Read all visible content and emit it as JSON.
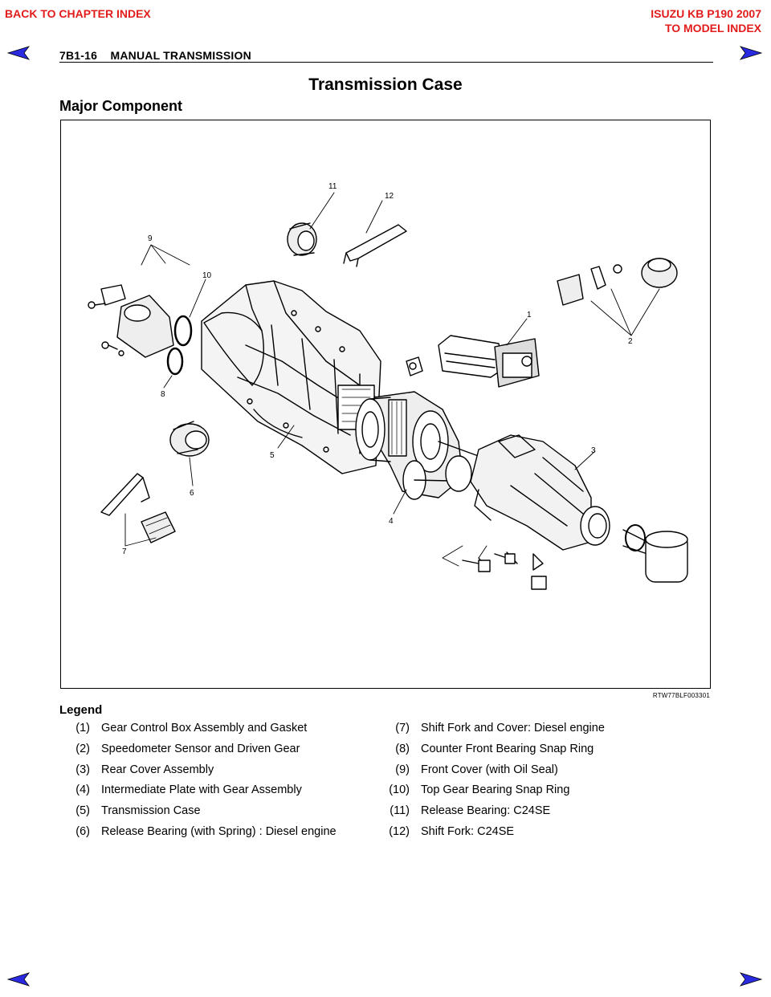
{
  "nav": {
    "back_chapter": "BACK TO CHAPTER INDEX",
    "model_line1": "ISUZU KB P190 2007",
    "model_line2": "TO MODEL INDEX",
    "link_color": "#e21b1b",
    "arrow_color": "#2a2ae0"
  },
  "header": {
    "section_code": "7B1-16",
    "section_name": "MANUAL TRANSMISSION"
  },
  "page_title": "Transmission Case",
  "subtitle": "Major Component",
  "figure": {
    "code": "RTW77BLF003301",
    "callouts": [
      "11",
      "12",
      "9",
      "10",
      "1",
      "2",
      "8",
      "5",
      "6",
      "3",
      "4",
      "7"
    ]
  },
  "legend": {
    "title": "Legend",
    "left": [
      {
        "num": "(1)",
        "text": "Gear Control Box Assembly and Gasket"
      },
      {
        "num": "(2)",
        "text": "Speedometer Sensor and Driven Gear"
      },
      {
        "num": "(3)",
        "text": "Rear Cover Assembly"
      },
      {
        "num": "(4)",
        "text": "Intermediate Plate with Gear Assembly"
      },
      {
        "num": "(5)",
        "text": "Transmission Case"
      },
      {
        "num": "(6)",
        "text": "Release Bearing (with Spring) : Diesel engine"
      }
    ],
    "right": [
      {
        "num": "(7)",
        "text": "Shift Fork and Cover: Diesel engine"
      },
      {
        "num": "(8)",
        "text": "Counter Front Bearing Snap Ring"
      },
      {
        "num": "(9)",
        "text": "Front Cover (with Oil Seal)"
      },
      {
        "num": "(10)",
        "text": "Top Gear Bearing Snap Ring"
      },
      {
        "num": "(11)",
        "text": "Release Bearing: C24SE"
      },
      {
        "num": "(12)",
        "text": "Shift Fork: C24SE"
      }
    ]
  }
}
